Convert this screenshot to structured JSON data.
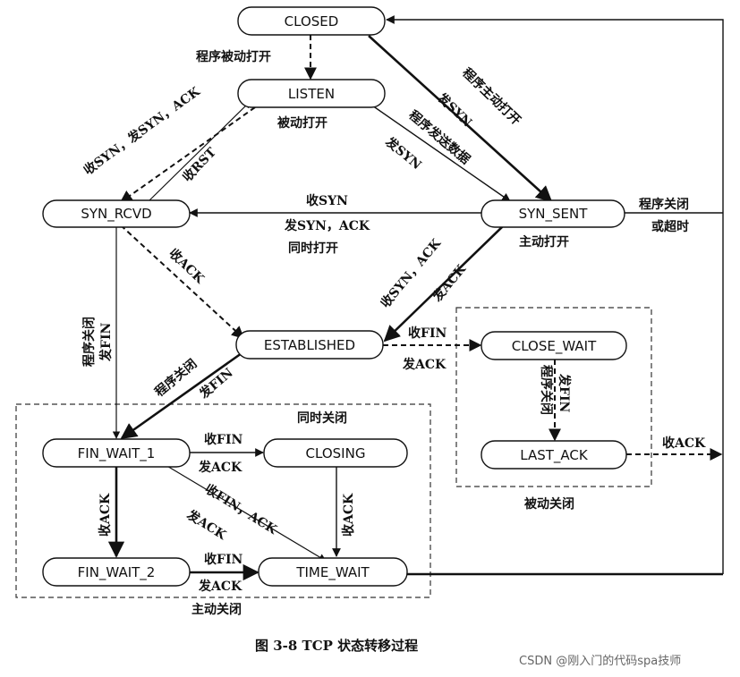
{
  "states": {
    "closed": "CLOSED",
    "listen": "LISTEN",
    "syn_rcvd": "SYN_RCVD",
    "syn_sent": "SYN_SENT",
    "established": "ESTABLISHED",
    "close_wait": "CLOSE_WAIT",
    "fin_wait_1": "FIN_WAIT_1",
    "closing": "CLOSING",
    "last_ack": "LAST_ACK",
    "fin_wait_2": "FIN_WAIT_2",
    "time_wait": "TIME_WAIT"
  },
  "labels": {
    "passive_open_cmd": "程序被动打开",
    "passive_open": "被动打开",
    "recv_syn_send_syn_ack": "收SYN，发SYN，ACK",
    "recv_rst": "收RST",
    "app_active_open": "程序主动打开",
    "send_syn_1": "发SYN",
    "app_send_data": "程序发送数据",
    "send_syn_2": "发SYN",
    "recv_syn_mid": "收SYN",
    "send_syn_ack_mid": "发SYN，ACK",
    "simultaneous_open": "同时打开",
    "active_open": "主动打开",
    "app_close": "程序关闭",
    "or_timeout": "或超时",
    "recv_ack_1": "收ACK",
    "recv_syn_ack": "收SYN，ACK",
    "send_ack_1": "发ACK",
    "app_close_left": "程序关闭",
    "send_fin_left": "发FIN",
    "app_close_diag": "程序关闭",
    "send_fin_diag": "发FIN",
    "recv_fin_right": "收FIN",
    "send_ack_right": "发ACK",
    "app_close_cw": "程序关闭",
    "send_fin_cw": "发FIN",
    "recv_ack_lastack": "收ACK",
    "passive_close": "被动关闭",
    "simultaneous_close": "同时关闭",
    "recv_fin_fw1": "收FIN",
    "send_ack_fw1": "发ACK",
    "recv_fin_ack": "收FIN，ACK",
    "send_ack_diag": "发ACK",
    "recv_ack_fw": "收ACK",
    "recv_ack_closing": "收ACK",
    "recv_fin_fw2": "收FIN",
    "send_ack_fw2": "发ACK",
    "active_close": "主动关闭"
  },
  "caption": "图 3-8    TCP 状态转移过程",
  "watermark": "CSDN @刚入门的代码spa技师"
}
